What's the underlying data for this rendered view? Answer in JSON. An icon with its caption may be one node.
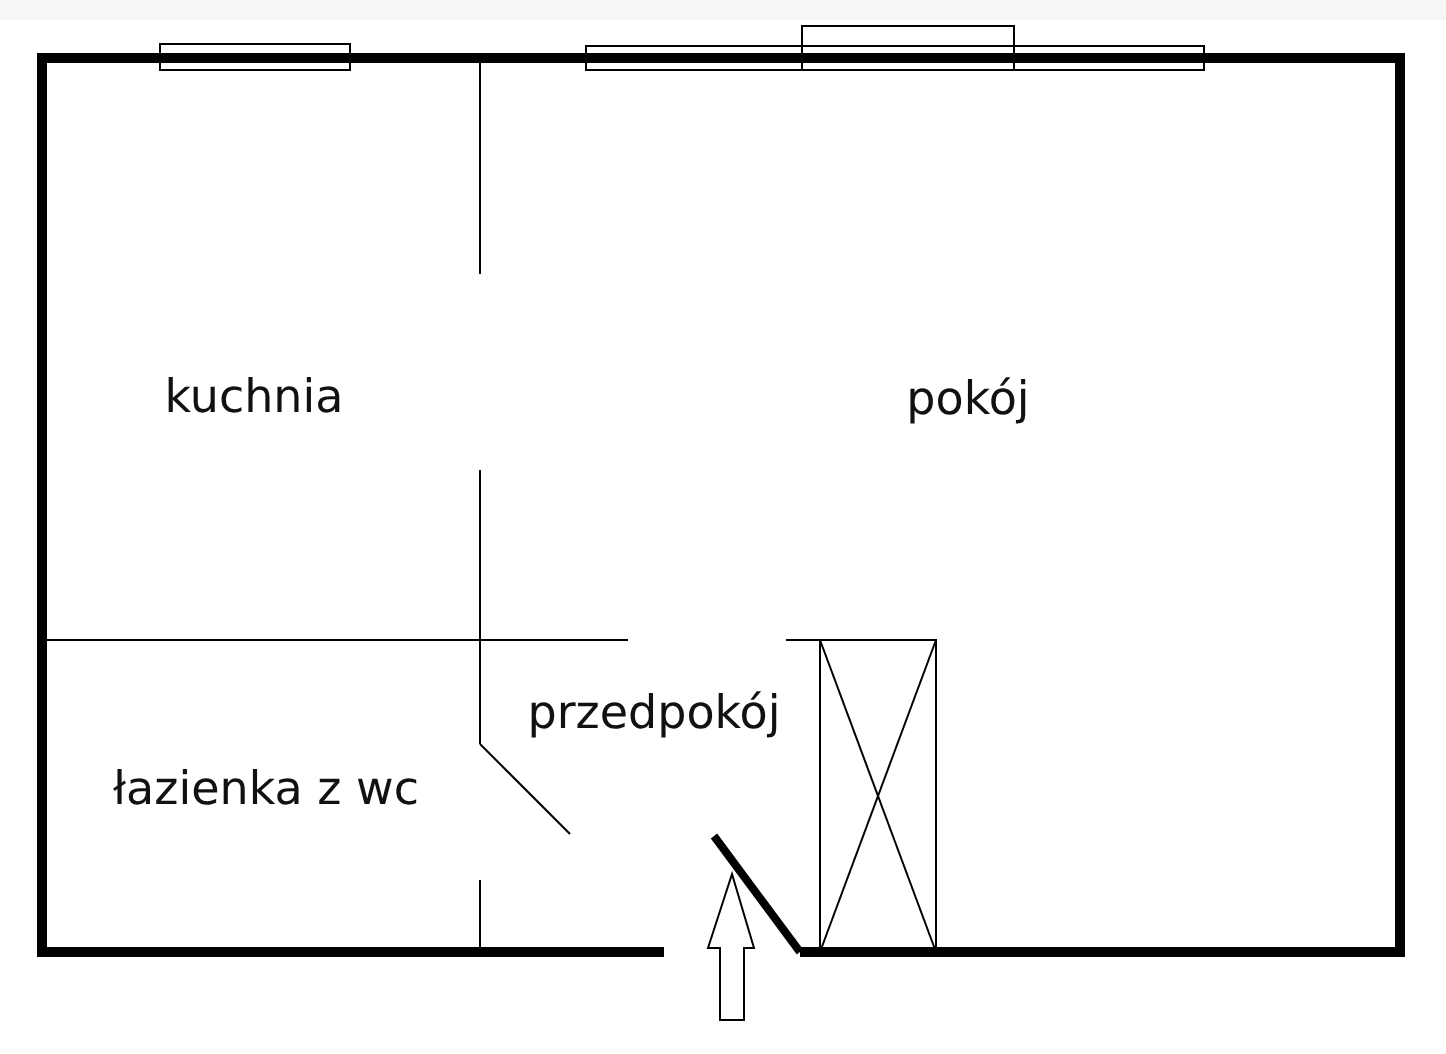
{
  "diagram": {
    "labels": [
      "kuchnia",
      "pokój",
      "przedpokój",
      "łazienka z wc"
    ]
  }
}
